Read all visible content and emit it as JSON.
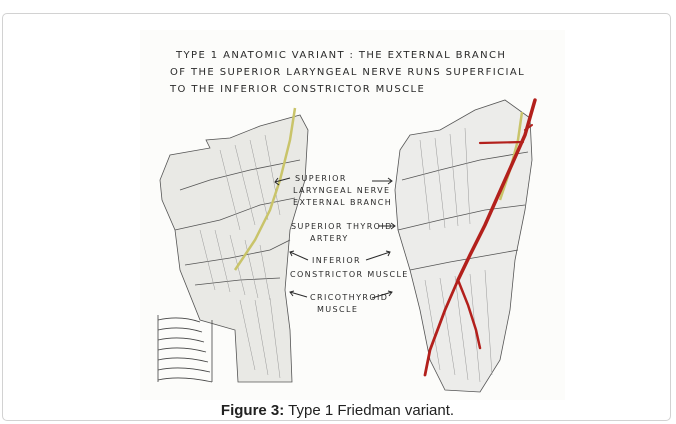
{
  "figure": {
    "title_lines": [
      "TYPE 1 ANATOMIC VARIANT : THE EXTERNAL BRANCH",
      "OF THE SUPERIOR LARYNGEAL NERVE RUNS SUPERFICIAL",
      "TO THE INFERIOR CONSTRICTOR MUSCLE"
    ],
    "labels": {
      "nerve": [
        "SUPERIOR",
        "LARYNGEAL NERVE",
        "EXTERNAL BRANCH"
      ],
      "artery": [
        "SUPERIOR THYROID",
        "ARTERY"
      ],
      "inferior_constrictor": [
        "INFERIOR",
        "CONSTRICTOR MUSCLE"
      ],
      "cricothyroid": [
        "CRICOTHYROID",
        "MUSCLE"
      ]
    },
    "caption_label": "Figure 3:",
    "caption_text": " Type 1 Friedman variant.",
    "colors": {
      "nerve": "#c9c46a",
      "artery": "#b3201c",
      "ink": "#2a2a2a"
    }
  }
}
